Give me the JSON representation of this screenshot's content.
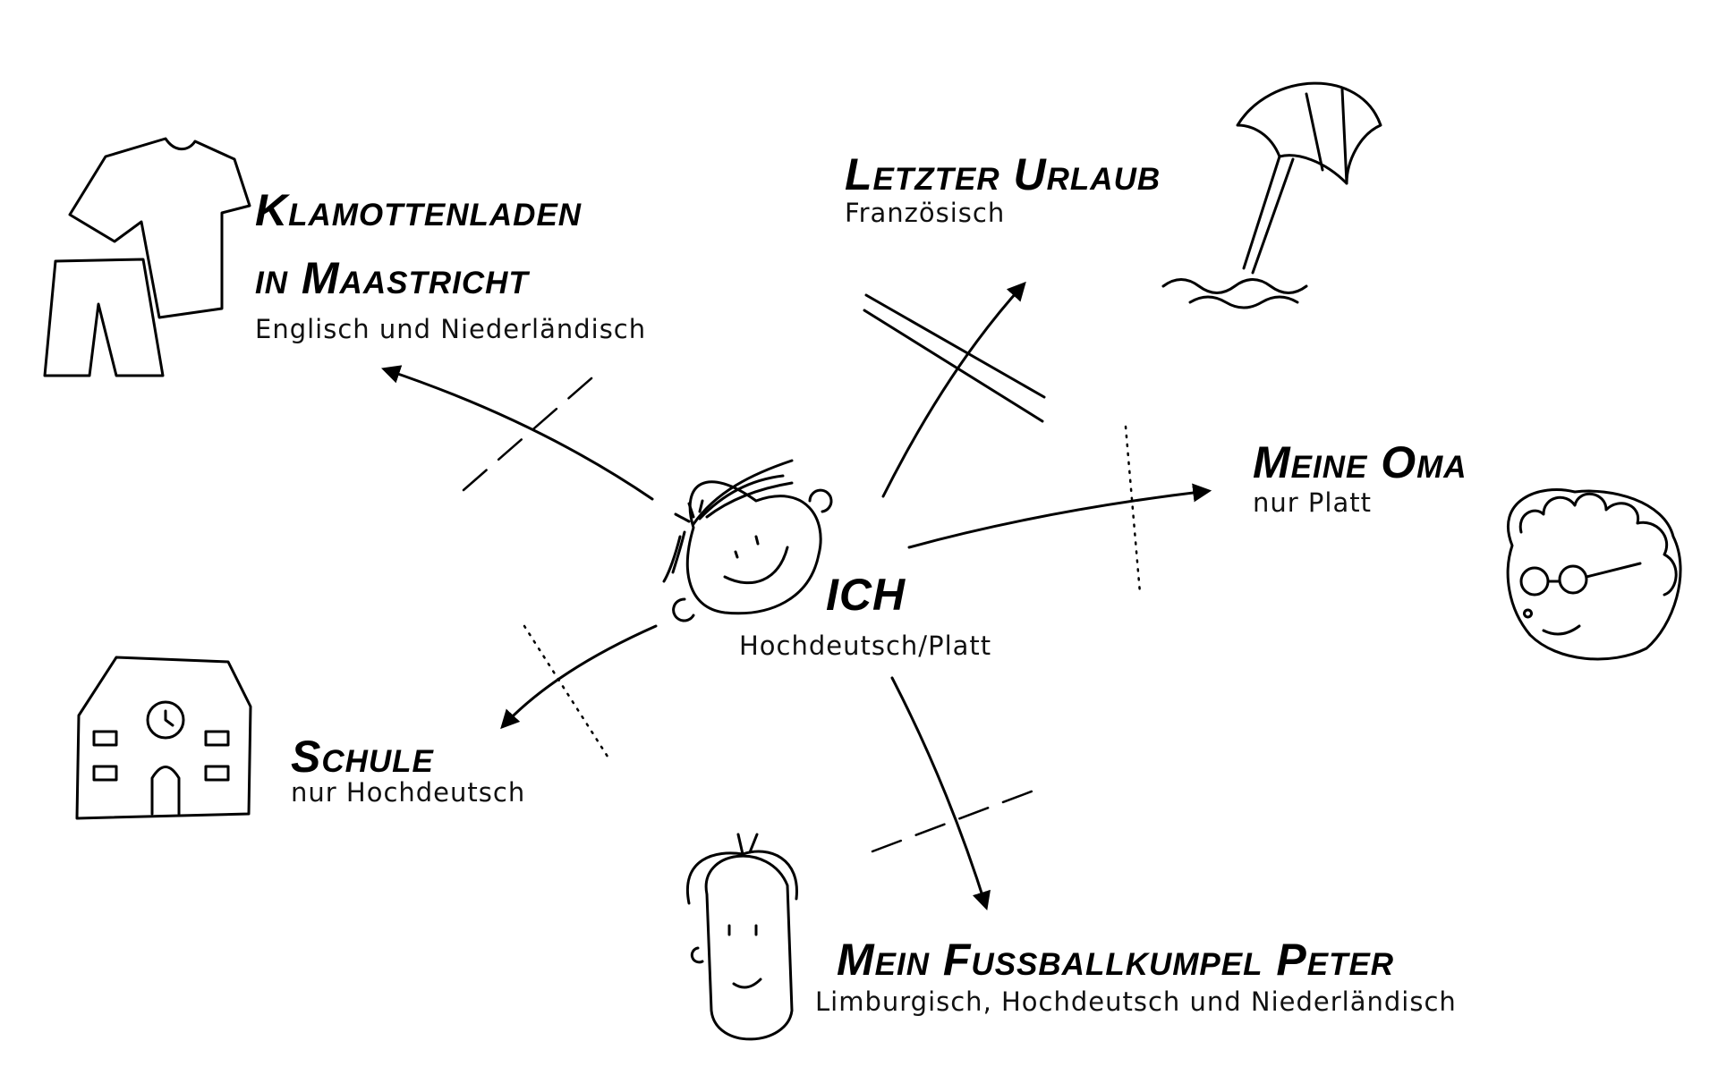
{
  "center": {
    "title": "ICH",
    "languages": "Hochdeutsch/Platt"
  },
  "nodes": [
    {
      "title_line1": "Klamottenladen",
      "title_line2": "in Maastricht",
      "languages": "Englisch und Niederländisch",
      "icon": "clothes-icon",
      "barrier": "dashed"
    },
    {
      "title_line1": "Letzter Urlaub",
      "languages": "Französisch",
      "icon": "beach-umbrella-icon",
      "barrier": "double-line"
    },
    {
      "title_line1": "Meine Oma",
      "languages": "nur Platt",
      "icon": "grandma-face-icon",
      "barrier": "dotted"
    },
    {
      "title_line1": "Schule",
      "languages": "nur Hochdeutsch",
      "icon": "school-building-icon",
      "barrier": "dotted"
    },
    {
      "title_line1": "Mein Fussballkumpel Peter",
      "languages": "Limburgisch, Hochdeutsch und Niederländisch",
      "icon": "friend-face-icon",
      "barrier": "dashed"
    }
  ]
}
